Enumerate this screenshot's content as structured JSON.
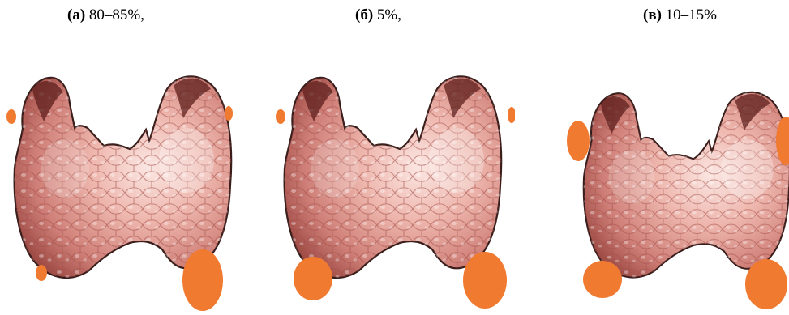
{
  "panels": [
    {
      "letter": "(а)",
      "value": "80–85%,"
    },
    {
      "letter": "(б)",
      "value": "5%,"
    },
    {
      "letter": "(в)",
      "value": "10–15%"
    }
  ],
  "colors": {
    "gland_light": "#f6d8d2",
    "gland_mid": "#d48a80",
    "gland_dark": "#7a2f2c",
    "gland_outline": "#3a1e1c",
    "parathyroid": "#f07a30"
  },
  "icons": [
    "thyroid-gland-illustration",
    "parathyroid-gland-dot"
  ]
}
